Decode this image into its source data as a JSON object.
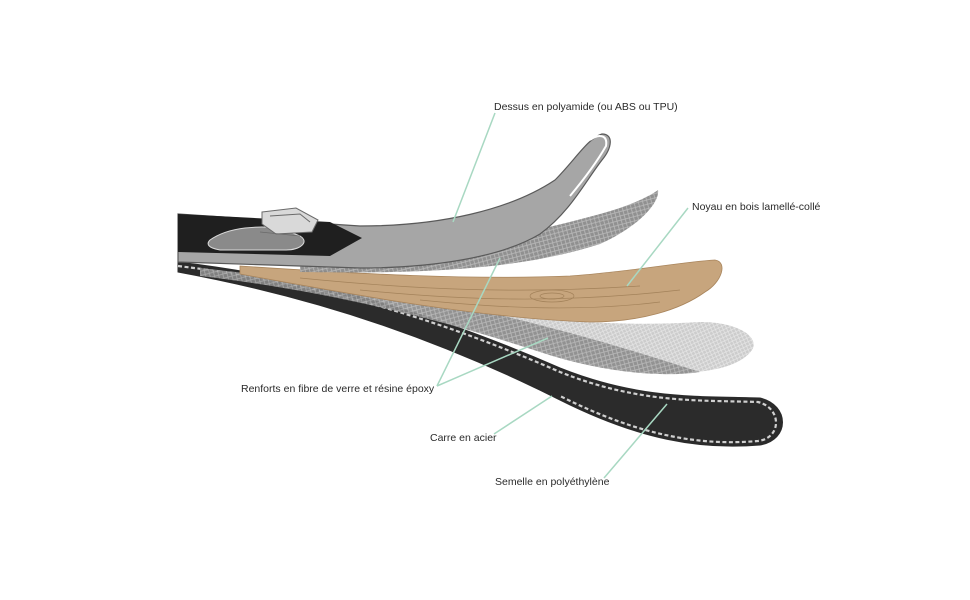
{
  "labels": {
    "top": "Dessus en polyamide (ou ABS ou TPU)",
    "core": "Noyau en bois lamellé-collé",
    "reinforcement": "Renforts en fibre de verre et résine époxy",
    "edge": "Carre en acier",
    "base": "Semelle en polyéthylène"
  },
  "colors": {
    "leader": "#a8d8c2",
    "top_sheet": "#a6a6a6",
    "wood": "#c7a57d",
    "fiber": "#8c8c8c",
    "base": "#2b2b2b",
    "edge": "#bdbdbd"
  }
}
